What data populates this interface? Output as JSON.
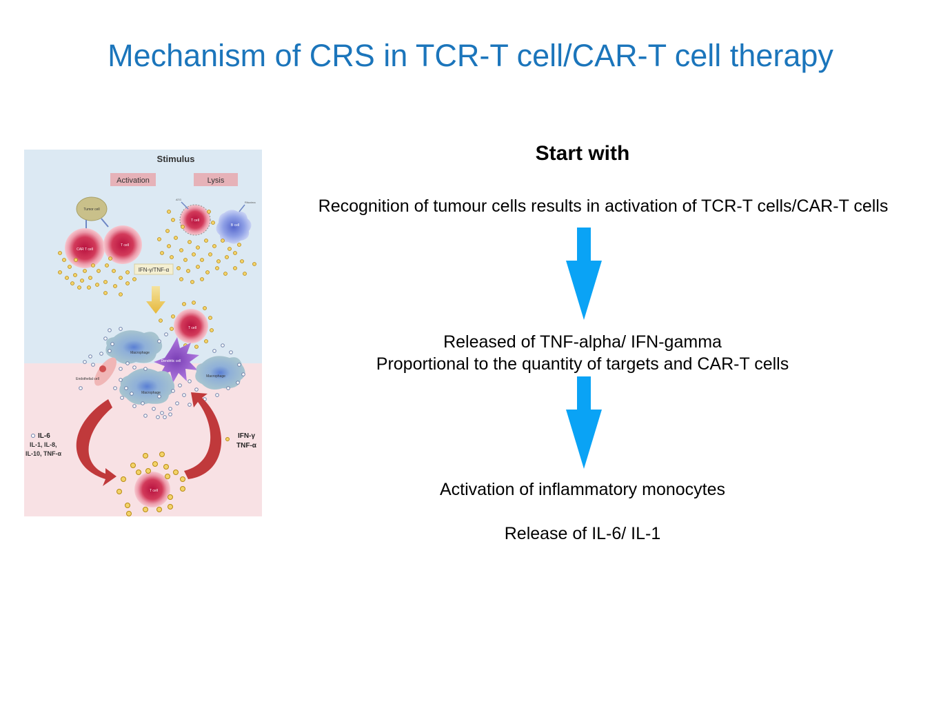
{
  "title": "Mechanism of CRS in TCR-T cell/CAR-T cell therapy",
  "flow": {
    "heading": "Start  with",
    "step1": "Recognition of tumour cells results in activation of TCR-T cells/CAR-T cells",
    "step2_line1": "Released of TNF-alpha/ IFN-gamma",
    "step2_line2": "Proportional to the quantity of targets and CAR-T cells",
    "step3": "Activation of inflammatory monocytes",
    "step4": "Release of IL-6/ IL-1"
  },
  "figure": {
    "stimulus": "Stimulus",
    "activation": "Activation",
    "lysis": "Lysis",
    "tumor_cell": "Tumor cell",
    "car_t_cell": "CAR T cell",
    "t_cell": "T cell",
    "b_cell": "B cell",
    "atg": "ATG",
    "rituximab": "Rituxima",
    "ifn_tnf": "IFN-γ/TNF-α",
    "macrophage": "Macrophage",
    "dendritic": "Dendritic cell",
    "endothelial": "Endothelial cell",
    "il6": "IL-6",
    "il_list_1": "IL-1, IL-8,",
    "il_list_2": "IL-10, TNF-α",
    "ifn_g": "IFN-γ",
    "tnf_a": "TNF-α"
  },
  "colors": {
    "title": "#1b75bb",
    "arrow": "#0aa3f5",
    "upper_panel": "#dce9f3",
    "lower_panel": "#f8e1e4",
    "cytokine": "#e8b820",
    "cell_red": "#d23a5a",
    "curved_arrow": "#c0393b"
  }
}
